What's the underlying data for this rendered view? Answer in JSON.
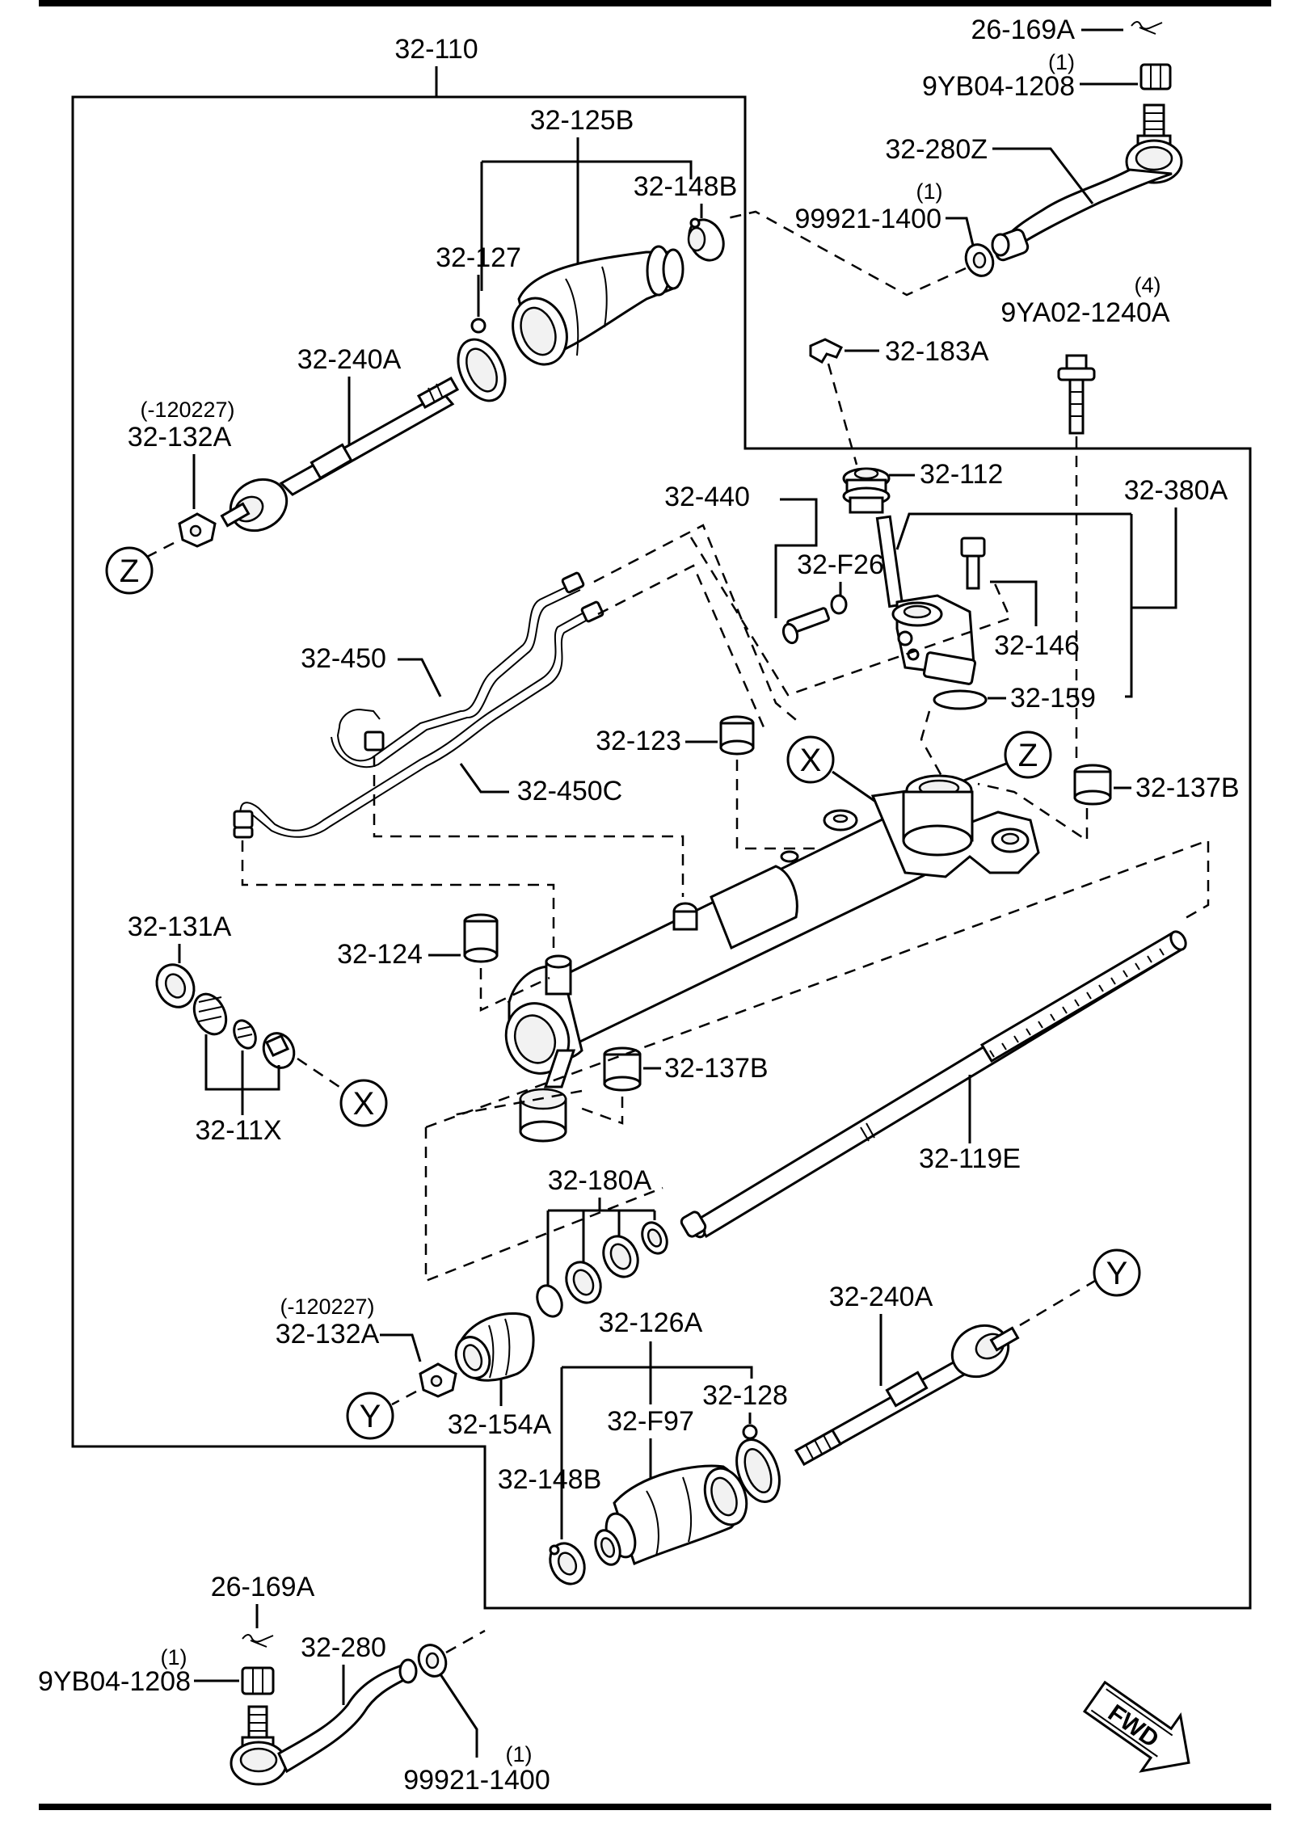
{
  "assembly_label": "32-110",
  "labels": {
    "p26_169a_top": "26-169A",
    "q1_top_nut": "(1)",
    "p9yb04_top": "9YB04-1208",
    "p32_280z": "32-280Z",
    "q1_99921_top": "(1)",
    "p99921_top": "99921-1400",
    "q4_bolt": "(4)",
    "p9ya02": "9YA02-1240A",
    "p32_183a": "32-183A",
    "p32_112": "32-112",
    "p32_380a": "32-380A",
    "p32_440": "32-440",
    "p32_f26": "32-F26",
    "p32_146": "32-146",
    "p32_159": "32-159",
    "p32_125b": "32-125B",
    "p32_148b_top": "32-148B",
    "p32_127": "32-127",
    "p32_240a_top": "32-240A",
    "d120227_top": "(-120227)",
    "p32_132a_top": "32-132A",
    "p32_450": "32-450",
    "p32_450c": "32-450C",
    "p32_123": "32-123",
    "p32_137b_right": "32-137B",
    "p32_131a": "32-131A",
    "p32_124": "32-124",
    "p32_137b_mid": "32-137B",
    "p32_11x": "32-11X",
    "p32_119e": "32-119E",
    "p32_180a": "32-180A",
    "d120227_bottom": "(-120227)",
    "p32_132a_bottom": "32-132A",
    "p32_154a": "32-154A",
    "p32_126a": "32-126A",
    "p32_240a_bottom": "32-240A",
    "p32_128": "32-128",
    "p32_f97": "32-F97",
    "p32_148b_bottom": "32-148B",
    "p26_169a_bottom": "26-169A",
    "q1_bottom_nut": "(1)",
    "p9yb04_bottom": "9YB04-1208",
    "p32_280": "32-280",
    "q1_99921_bottom": "(1)",
    "p99921_bottom": "99921-1400"
  },
  "callouts": {
    "z_left": "Z",
    "z_right": "Z",
    "x_top": "X",
    "x_left": "X",
    "y_right": "Y",
    "y_left": "Y"
  },
  "fwd_label": "FWD"
}
